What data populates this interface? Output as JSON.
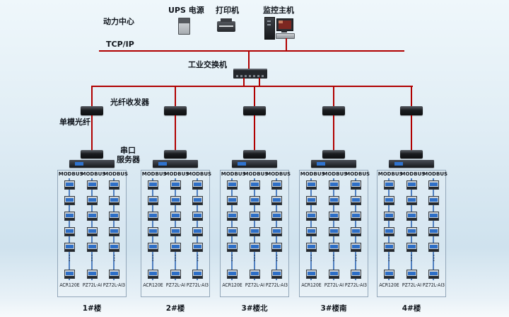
{
  "header": {
    "power_center": "动力中心",
    "ups": "UPS 电源",
    "printer": "打印机",
    "monitor_host": "监控主机",
    "tcpip": "TCP/IP",
    "industrial_switch": "工业交换机"
  },
  "annotations": {
    "fiber_transceiver": "光纤收发器",
    "single_mode_fiber": "单模光纤",
    "serial_server_l1": "串口",
    "serial_server_l2": "服务器"
  },
  "labels": {
    "modbus": "MODBUS",
    "dots": "⋮"
  },
  "meter_models": [
    "ACR120E",
    "PZ72L-AI",
    "PZ72L-AI3"
  ],
  "groups": [
    {
      "building": "1#楼"
    },
    {
      "building": "2#楼"
    },
    {
      "building": "3#楼北"
    },
    {
      "building": "3#楼南"
    },
    {
      "building": "4#楼"
    }
  ],
  "colors": {
    "network_line": "#b00000",
    "bus_line": "#4f7fc0",
    "background": "#dcebf4"
  }
}
